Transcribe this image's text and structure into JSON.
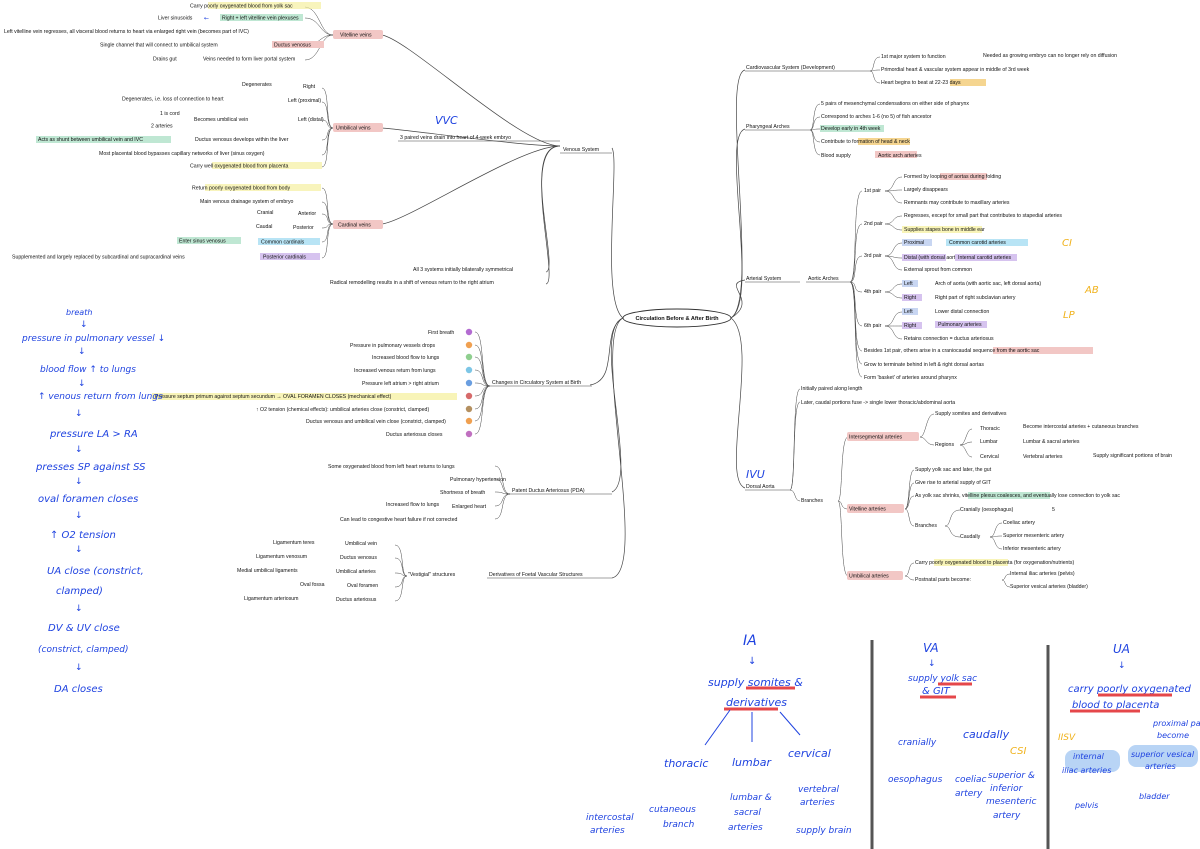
{
  "center": "Circulation Before & After Birth",
  "venous": {
    "title": "Venous System",
    "desc": "3 paired veins drain into heart of 4-week embryo",
    "vitelline": {
      "title": "Vitelline veins",
      "items": [
        "Carry poorly oxygenated blood from yolk sac",
        "Right + left vitelline vein plexuses",
        "Liver sinusoids",
        "Left vitelline vein regresses, all visceral blood returns to heart via enlarged right vein (becomes part of IVC)",
        "Ductus venosus",
        "Single channel that will connect to umbilical system",
        "Veins needed to form liver portal system",
        "Drains gut"
      ]
    },
    "umbilical": {
      "title": "Umbilical veins",
      "items": [
        "Degenerates",
        "Right",
        "Left (proximal)",
        "Degenerates, i.e. loss of connection to heart",
        "Left (distal)",
        "1 is cord",
        "2 arteries",
        "Becomes umbilical vein",
        "Ductus venosus develops within the liver",
        "Acts as shunt between umbilical vein and IVC",
        "Most placental blood bypasses capillary networks of liver (sinus oxygen)",
        "Carry well oxygenated blood from placenta"
      ]
    },
    "cardinal": {
      "title": "Cardinal veins",
      "items": [
        "Return poorly oxygenated blood from body",
        "Main venous drainage system of embryo",
        "Anterior",
        "Cranial",
        "Posterior",
        "Caudal",
        "Common cardinals",
        "Enter sinus venosus",
        "Posterior cardinals",
        "Supplemented and largely replaced by subcardinal and supracardinal veins"
      ]
    },
    "bottom": [
      "All 3 systems initially bilaterally symmetrical",
      "Radical remodelling results in a shift of venous return to the right atrium"
    ]
  },
  "changes": {
    "title": "Changes in Circulatory System at Birth",
    "items": [
      "First breath",
      "Pressure in pulmonary vessels drops",
      "Increased blood flow to lungs",
      "Increased venous return from lungs",
      "Pressure left atrium > right atrium",
      "Pressure septum primum against septum secundum → OVAL FORAMEN CLOSES (mechanical effect)",
      "↑ O2 tension (chemical effects): umbilical arteries close (constrict, clamped)",
      "Ductus venosus and umbilical vein close (constrict, clamped)",
      "Ductus arteriosus closes"
    ]
  },
  "pda": {
    "title": "Patent Ductus Arteriosus (PDA)",
    "items": [
      "Some oxygenated blood from left heart returns to lungs",
      "Pulmonary hypertension",
      "Shortness of breath",
      "Increased flow to lungs",
      "Enlarged heart",
      "Can lead to congestive heart failure if not corrected"
    ]
  },
  "derivatives": {
    "title": "Derivatives of Foetal Vascular Structures",
    "vestigial": "\"Vestigial\" structures",
    "rows": [
      [
        "Ligamentum teres",
        "Umbilical vein"
      ],
      [
        "Ligamentum venosum",
        "Ductus venosus"
      ],
      [
        "Medial umbilical ligaments",
        "Umbilical arteries"
      ],
      [
        "Oval fossa",
        "Oval foramen"
      ],
      [
        "Ligamentum arteriosum",
        "Ductus arteriosus"
      ]
    ]
  },
  "cardio": {
    "title": "Cardiovascular System (Development)",
    "items": [
      "1st major system to function",
      "Needed as growing embryo can no longer rely on diffusion",
      "Primordial heart & vascular system appear in middle of 3rd week",
      "Heart begins to beat at 22-23 days"
    ]
  },
  "pharyngeal": {
    "title": "Pharyngeal Arches",
    "items": [
      "5 pairs of mesenchymal condensations on either side of pharynx",
      "Correspond to arches 1-6 (no 5) of fish ancestor",
      "Develop early in 4th week",
      "Contribute to formation of head & neck",
      "Blood supply",
      "Aortic arch arteries"
    ]
  },
  "arterial": {
    "title": "Arterial System",
    "aortic": "Aortic Arches",
    "pairs": [
      {
        "label": "1st pair",
        "items": [
          "Formed by looping of aortas during folding",
          "Largely disappears",
          "Remnants may contribute to maxillary arteries"
        ]
      },
      {
        "label": "2nd pair",
        "items": [
          "Regresses, except for small part that contributes to stapedial arteries",
          "Supplies stapes bone in middle ear"
        ]
      },
      {
        "label": "3rd pair",
        "items": [
          "Proximal",
          "Common carotid arteries",
          "Distal (with dorsal aortas)",
          "Internal carotid arteries",
          "External sprout from common"
        ]
      },
      {
        "label": "4th pair",
        "items": [
          "Left",
          "Arch of aorta (with aortic sac, left dorsal aorta)",
          "Right",
          "Right part of right subclavian artery"
        ]
      },
      {
        "label": "6th pair",
        "items": [
          "Left",
          "Lower distal connection",
          "Right",
          "Pulmonary arteries",
          "Retains connection = ductus arteriosus"
        ]
      }
    ],
    "extra": [
      "Besides 1st pair, others arise in a craniocaudal sequence from the aortic sac",
      "Grow to terminate behind in left & right dorsal aortas",
      "Form 'basket' of arteries around pharynx"
    ]
  },
  "dorsal": {
    "title": "Dorsal Aorta",
    "items": [
      "Initially paired along length",
      "Later, caudal portions fuse -> single lower thoracic/abdominal aorta"
    ],
    "branches": "Branches",
    "intersegmental": {
      "title": "Intersegmental arteries",
      "items": [
        "Supply somites and derivatives",
        "Regions",
        "Thoracic",
        "Become intercostal arteries + cutaneous branches",
        "Lumbar",
        "Lumbar & sacral arteries",
        "Cervical",
        "Vertebral arteries",
        "Supply significant portions of brain"
      ]
    },
    "vitelline": {
      "title": "Vitelline arteries",
      "items": [
        "Supply yolk sac and later, the gut",
        "Give rise to arterial supply of GIT",
        "As yolk sac shrinks, vitelline plexus coalesces, and eventually lose connection to yolk sac",
        "Branches",
        "Cranially (oesophagus)",
        "5",
        "Caudally",
        "Coeliac artery",
        "Superior mesenteric artery",
        "Inferior mesenteric artery"
      ]
    },
    "umbilical": {
      "title": "Umbilical arteries",
      "items": [
        "Carry poorly oxygenated blood to placenta (for oxygenation/nutrients)",
        "Postnatal parts become:",
        "Internal iliac arteries (pelvis)",
        "Superior vesical arteries (bladder)"
      ]
    }
  },
  "handwritten": {
    "vvc": "VVC",
    "ivu": "IVU",
    "ci": "CI",
    "ab": "AB",
    "lp": "LP",
    "flow": [
      "breath",
      "pressure in pulmonary vessel ↓",
      "blood flow ↑ to lungs",
      "↑ venous return from lungs",
      "pressure LA > RA",
      "presses SP against SS",
      "oval foramen closes",
      "↑ O2 tension",
      "UA close (constrict,",
      "clamped)",
      "DV & UV close",
      "(constrict, clamped)",
      "DA closes"
    ],
    "ia": {
      "title": "IA",
      "supply": "supply somites &",
      "supply2": "derivatives",
      "thoracic": "thoracic",
      "lumbar": "lumbar",
      "cervical": "cervical",
      "intercostal": "intercostal",
      "arteries": "arteries",
      "cutaneous": "cutaneous",
      "branch": "branch",
      "lumbar2": "lumbar &",
      "sacral": "sacral",
      "arteries2": "arteries",
      "vertebral": "vertebral",
      "arteries3": "arteries",
      "supply_brain": "supply brain"
    },
    "va": {
      "title": "VA",
      "supply": "supply yolk sac",
      "git": "& GIT",
      "cranially": "cranially",
      "caudally": "caudally",
      "oesophagus": "oesophagus",
      "coeliac": "coeliac",
      "artery": "artery",
      "superior": "superior &",
      "inferior": "inferior",
      "mesenteric": "mesenteric",
      "artery2": "artery",
      "csi": "CSI"
    },
    "ua": {
      "title": "UA",
      "carry": "carry poorly oxygenated",
      "blood": "blood to placenta",
      "iisv": "IISV",
      "internal": "internal",
      "iliac": "iliac arteries",
      "proximal": "proximal part",
      "become": "become",
      "superior": "superior vesical",
      "arteries": "arteries",
      "pelvis": "pelvis",
      "bladder": "bladder"
    }
  }
}
